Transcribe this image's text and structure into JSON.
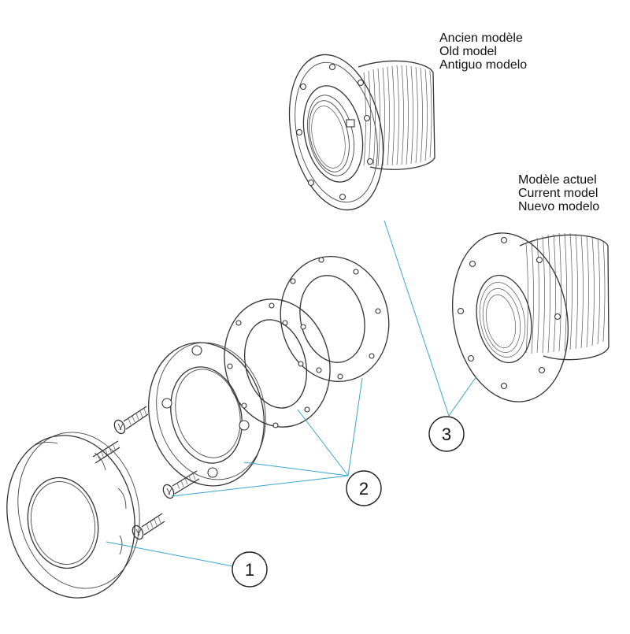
{
  "labels": {
    "old_model": [
      "Ancien modèle",
      "Old model",
      "Antiguo modelo"
    ],
    "current_model": [
      "Modèle actuel",
      "Current model",
      "Nuevo modelo"
    ]
  },
  "callouts": [
    "1",
    "2",
    "3"
  ]
}
